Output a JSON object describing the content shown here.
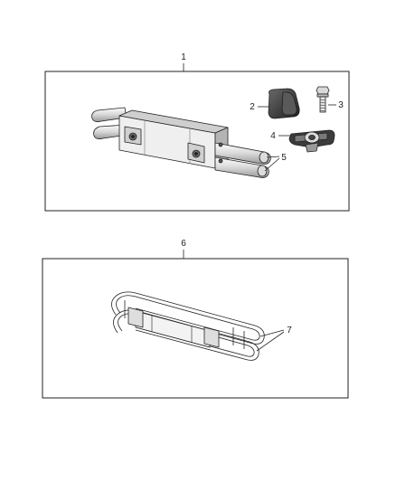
{
  "diagram": {
    "kits": [
      {
        "number": "1",
        "parts": [
          {
            "number": "2",
            "depicts": "end-cap"
          },
          {
            "number": "3",
            "depicts": "bolt"
          },
          {
            "number": "4",
            "depicts": "mounting-bracket"
          },
          {
            "number": "5",
            "depicts": "tube-ends"
          }
        ]
      },
      {
        "number": "6",
        "parts": [
          {
            "number": "7",
            "depicts": "tube-bumper"
          }
        ]
      }
    ]
  },
  "colors": {
    "line": "#222222",
    "fill_dark": "#3a3a3a",
    "fill_mid": "#9a9a9a",
    "fill_light": "#e6e6e6"
  }
}
